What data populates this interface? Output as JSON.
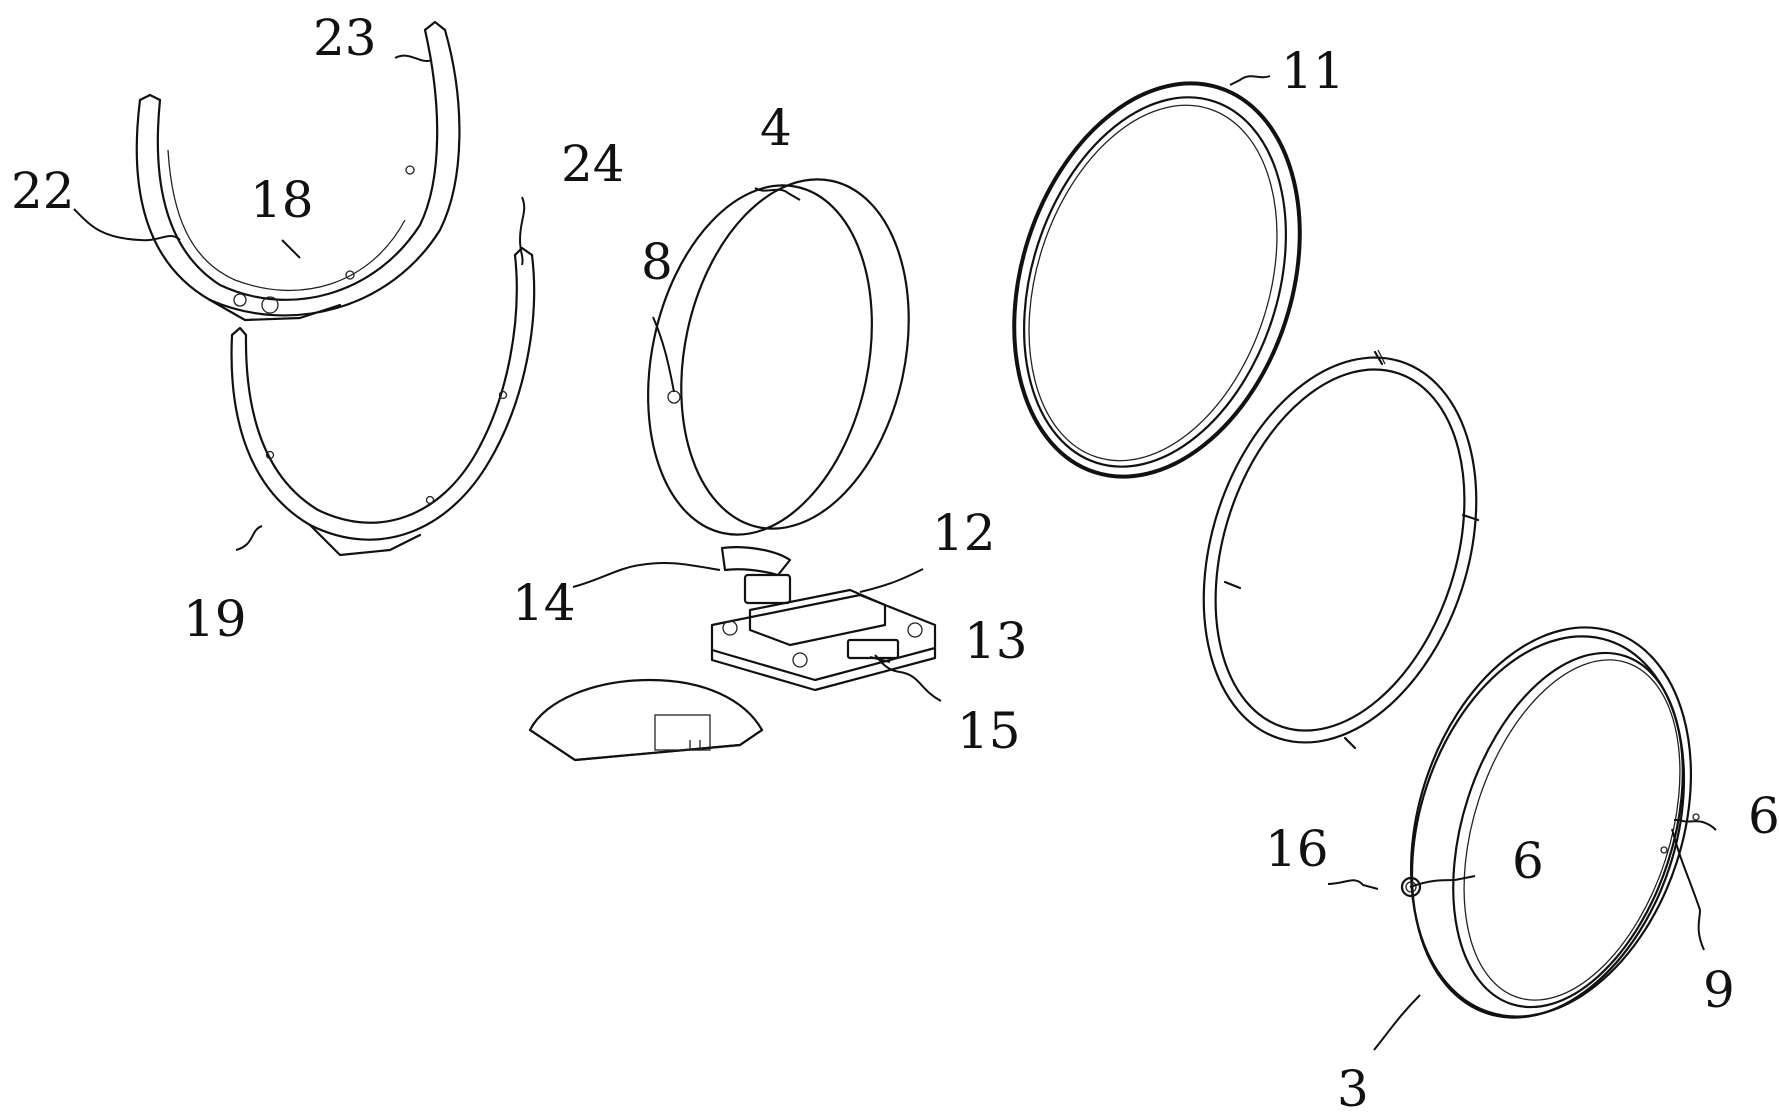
{
  "labels": {
    "l23": "23",
    "l22": "22",
    "l18": "18",
    "l24": "24",
    "l19": "19",
    "l4": "4",
    "l8": "8",
    "l14": "14",
    "l12": "12",
    "l13": "13",
    "l15": "15",
    "l11": "11",
    "l16": "16",
    "l6a": "6",
    "l6b": "6",
    "l9": "9",
    "l3": "3"
  }
}
